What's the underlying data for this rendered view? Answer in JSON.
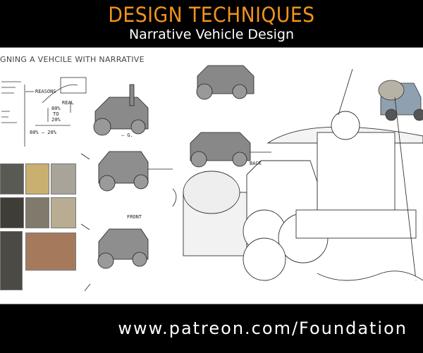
{
  "header": {
    "title": "DESIGN TECHNIQUES",
    "subtitle": "Narrative Vehicle Design",
    "title_color": "#f0931e"
  },
  "sheet": {
    "heading": "GNING A VEHCILE WITH NARRATIVE",
    "notes": {
      "reasons": "REASONS",
      "real": "REAL",
      "pct80": "80%",
      "pct20": "20%",
      "to": "TO",
      "ratio": "80% — 20%",
      "g": "— G.",
      "back": "BACK",
      "front": "FRONT"
    }
  },
  "footer": {
    "url": "www.patreon.com/Foundation"
  }
}
